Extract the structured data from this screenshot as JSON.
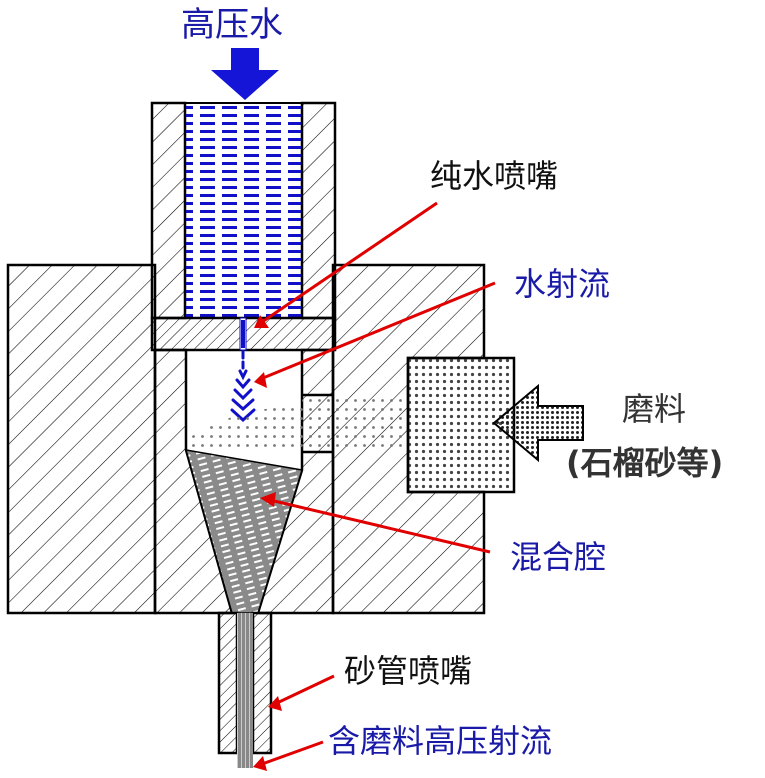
{
  "title": "",
  "labels": {
    "high_pressure_water": "高压水",
    "pure_water_nozzle": "纯水喷嘴",
    "water_jet": "水射流",
    "abrasive": "磨料",
    "abrasive_example": "(石榴砂等)",
    "mixing_chamber": "混合腔",
    "sand_tube_nozzle": "砂管喷嘴",
    "abrasive_jet": "含磨料高压射流"
  },
  "colors": {
    "label_blue": "#1a1aa8",
    "water_blue": "#1010c8",
    "arrow_red": "#e00000",
    "outline": "#000000",
    "abrasive_grey": "#555555"
  },
  "icons": {
    "inlet_arrow": "down-arrow-icon",
    "abrasive_arrow": "left-arrow-icon"
  }
}
